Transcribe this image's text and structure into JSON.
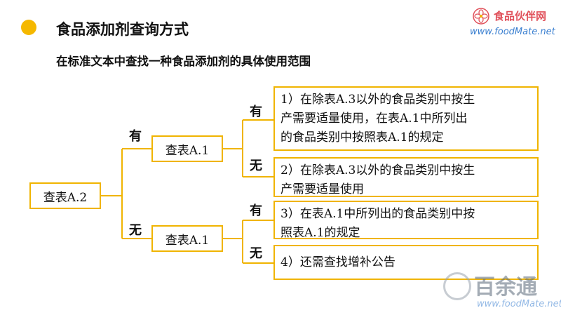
{
  "header": {
    "title": "食品添加剂查询方式",
    "subtitle": "在标准文本中查找一种食品添加剂的具体使用范围"
  },
  "logo": {
    "name_cn": "食品伙伴网",
    "url": "www.foodMate.net"
  },
  "diagram": {
    "root": "查表A.2",
    "branch_yes": "有",
    "branch_no": "无",
    "node_upper": "查表A.1",
    "node_lower": "查表A.1",
    "upper_yes": "有",
    "upper_no": "无",
    "lower_yes": "有",
    "lower_no": "无",
    "leaf1": [
      "1）在除表A.3以外的食品类别中按生",
      "产需要适量使用，在表A.1中所列出",
      "的食品类别中按照表A.1的规定"
    ],
    "leaf2": [
      "2）在除表A.3以外的食品类别中按生",
      "产需要适量使用"
    ],
    "leaf3": [
      "3）在表A.1中所列出的食品类别中按",
      "照表A.1的规定"
    ],
    "leaf4": [
      "4）还需查找增补公告"
    ]
  },
  "watermark": {
    "text": "百余通",
    "url": "www.foodMate.net"
  },
  "colors": {
    "accent": "#f5b800",
    "border": "#f0b400"
  }
}
